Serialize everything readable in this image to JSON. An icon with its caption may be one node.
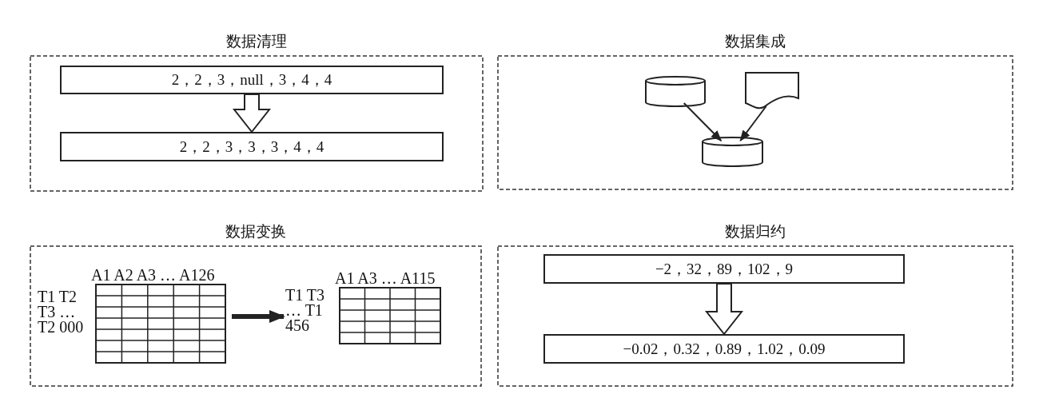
{
  "diagram": {
    "nodes": [
      {
        "text": [
          "数据清理"
        ]
      },
      {
        "text": [
          "2，2，3，null，3，4，4"
        ],
        "in": 0
      },
      {
        "text": [
          "2，2，3，3，3，4，4"
        ],
        "in": 0
      },
      {
        "text": [
          "数据集成"
        ]
      },
      {
        "text": [],
        "shape": "cylinder",
        "in": 3
      },
      {
        "text": [],
        "shape": "document",
        "in": 3
      },
      {
        "text": [],
        "shape": "cylinder",
        "in": 3
      },
      {
        "text": [
          "数据变换"
        ]
      },
      {
        "text": [
          "A1 A2 A3 … A126",
          "T1 T2 T3 … T2 000"
        ],
        "in": 7
      },
      {
        "text": [
          "A1 A3 … A115",
          "T1 T3 … T1 456"
        ],
        "in": 7
      },
      {
        "text": [
          "数据归约"
        ]
      },
      {
        "text": [
          "−2，32，89，102，9"
        ],
        "in": 10
      },
      {
        "text": [
          "−0.02，0.32，0.89，1.02，0.09"
        ],
        "in": 10
      }
    ],
    "edges": [
      {
        "from": 1,
        "to": 2,
        "arrow": "to"
      },
      {
        "from": 4,
        "to": 6,
        "arrow": "to"
      },
      {
        "from": 5,
        "to": 6,
        "arrow": "to"
      },
      {
        "from": 8,
        "to": 9,
        "arrow": "to",
        "style": "thick"
      },
      {
        "from": 11,
        "to": 12,
        "arrow": "to"
      }
    ]
  }
}
